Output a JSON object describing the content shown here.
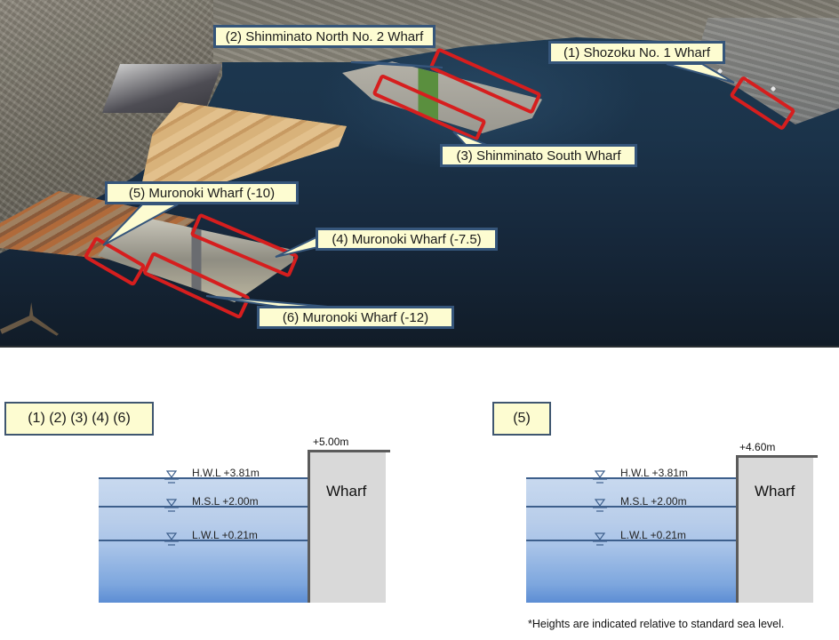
{
  "photo": {
    "callouts": [
      {
        "id": "1",
        "label": "(1) Shozoku No. 1 Wharf"
      },
      {
        "id": "2",
        "label": "(2) Shinminato North No. 2 Wharf"
      },
      {
        "id": "3",
        "label": "(3) Shinminato South Wharf"
      },
      {
        "id": "4",
        "label": "(4) Muronoki Wharf (-7.5)"
      },
      {
        "id": "5",
        "label": "(5) Muronoki Wharf (-10)"
      },
      {
        "id": "6",
        "label": "(6) Muronoki Wharf (-12)"
      }
    ],
    "highlight_color": "#d61e1e",
    "callout_fill": "#fdfcd1",
    "callout_border": "#35557a"
  },
  "sections": [
    {
      "group_label": "(1) (2) (3) (4) (6)",
      "wharf_label": "Wharf",
      "crown_height": "+5.00m",
      "levels": [
        {
          "name": "H.W.L",
          "value": "+3.81m",
          "label": "H.W.L +3.81m"
        },
        {
          "name": "M.S.L",
          "value": "+2.00m",
          "label": "M.S.L +2.00m"
        },
        {
          "name": "L.W.L",
          "value": "+0.21m",
          "label": "L.W.L +0.21m"
        }
      ]
    },
    {
      "group_label": "(5)",
      "wharf_label": "Wharf",
      "crown_height": "+4.60m",
      "levels": [
        {
          "name": "H.W.L",
          "value": "+3.81m",
          "label": "H.W.L +3.81m"
        },
        {
          "name": "M.S.L",
          "value": "+2.00m",
          "label": "M.S.L +2.00m"
        },
        {
          "name": "L.W.L",
          "value": "+0.21m",
          "label": "L.W.L +0.21m"
        }
      ]
    }
  ],
  "footnote": "*Heights are indicated relative to standard sea level.",
  "colors": {
    "water_top": "#c8d9ef",
    "water_bottom": "#5c8dd4",
    "level_line": "#3d5f8c",
    "wall": "#5b5b5b",
    "wharf_block": "#d9d9d9",
    "label_fill": "#fdfcd1"
  }
}
